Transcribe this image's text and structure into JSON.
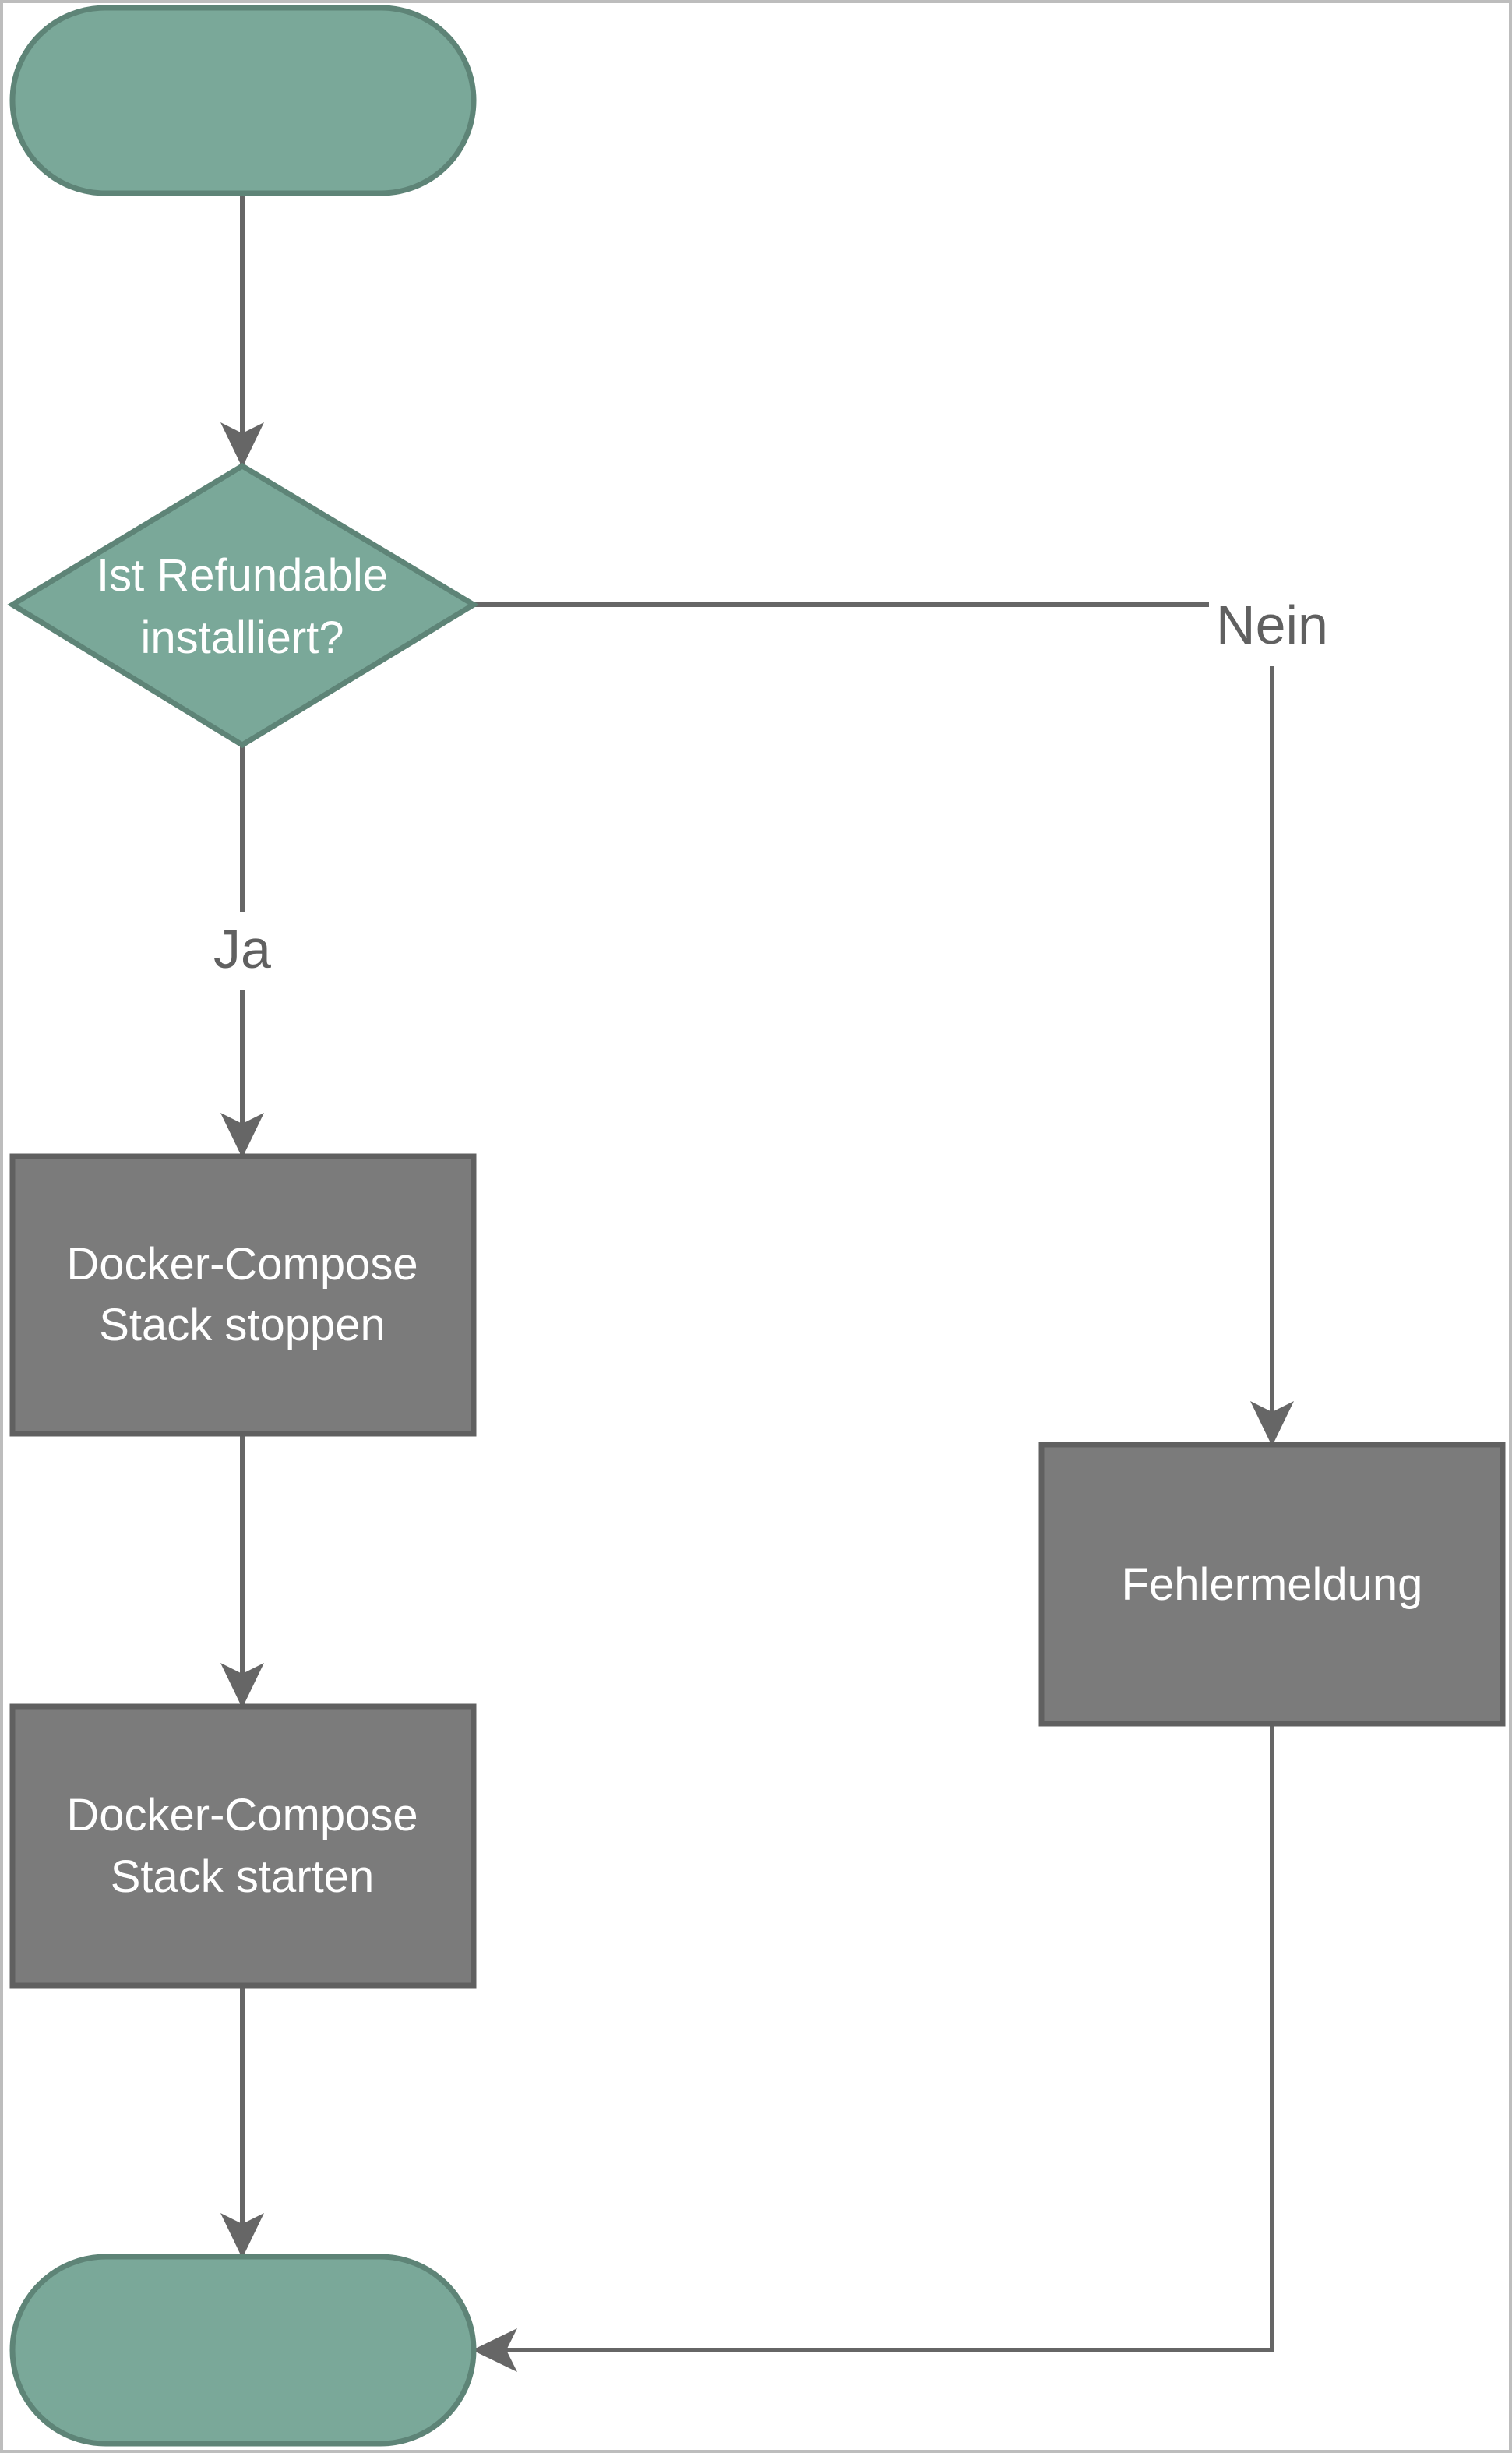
{
  "colors": {
    "terminal_fill": "#7aa899",
    "terminal_stroke": "#5e8477",
    "process_fill": "#7b7b7b",
    "process_stroke": "#606060",
    "edge": "#666666",
    "label": "#606060",
    "frame": "#bdbdbd"
  },
  "nodes": {
    "start": {
      "shape": "terminal"
    },
    "decision": {
      "shape": "diamond",
      "line1": "Ist Refundable",
      "line2": "installiert?"
    },
    "stop_stack": {
      "shape": "process",
      "line1": "Docker-Compose",
      "line2": "Stack stoppen"
    },
    "start_stack": {
      "shape": "process",
      "line1": "Docker-Compose",
      "line2": "Stack starten"
    },
    "error": {
      "shape": "process",
      "line1": "Fehlermeldung"
    },
    "end": {
      "shape": "terminal"
    }
  },
  "edges": {
    "yes_label": "Ja",
    "no_label": "Nein"
  }
}
